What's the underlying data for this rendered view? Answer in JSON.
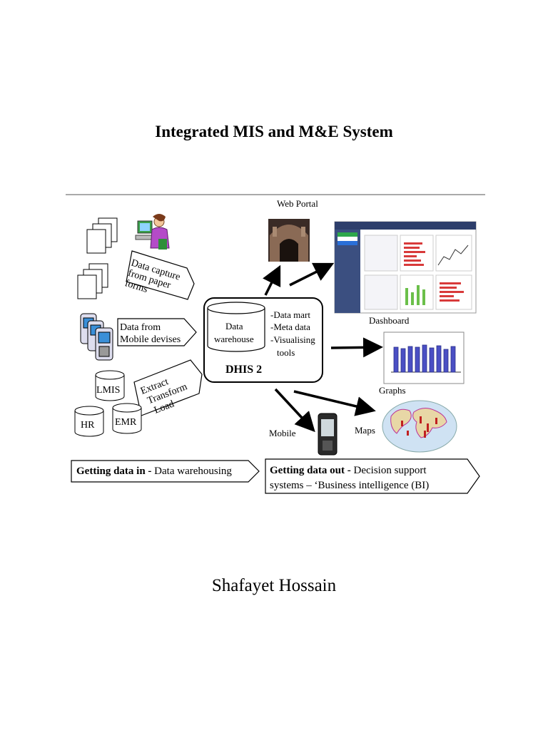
{
  "document": {
    "title": "Integrated MIS and M&E System",
    "author": "Shafayet Hossain"
  },
  "diagram": {
    "web_portal_label": "Web Portal",
    "dashboard_label": "Dashboard",
    "graphs_label": "Graphs",
    "maps_label": "Maps",
    "mobile_label": "Mobile",
    "paper_forms_lines": [
      "Data capture",
      "from paper",
      "forms"
    ],
    "mobile_devices_lines": [
      "Data from",
      "Mobile devises"
    ],
    "etl_lines": [
      "Extract",
      "Transform",
      "Load"
    ],
    "lmis": "LMIS",
    "hr": "HR",
    "emr": "EMR",
    "warehouse_lines": [
      "Data",
      "warehouse"
    ],
    "features_lines": [
      "-Data mart",
      "-Meta data",
      "-Visualising",
      "tools"
    ],
    "dhis": "DHIS 2",
    "data_in_bold": "Getting data in - ",
    "data_in_rest": "Data warehousing",
    "data_out_line1_a": "Getting data out - ",
    "data_out_line1_b": "Decision support",
    "data_out_line2": "systems – ‘Business intelligence (BI)",
    "colors": {
      "bar": "#4a4fc4",
      "bar_dark": "#2a2f8a",
      "portal_bg": "#2d3e6b"
    }
  }
}
